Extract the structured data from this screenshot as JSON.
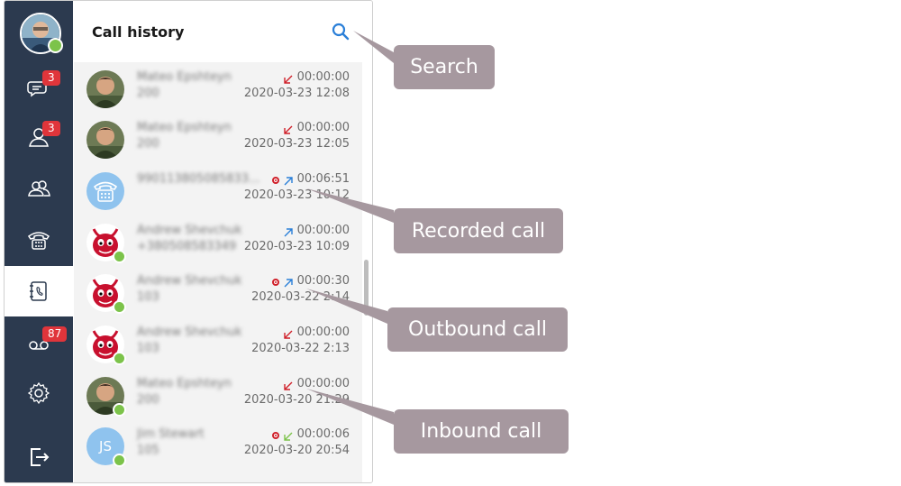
{
  "sidebar": {
    "nav": [
      {
        "name": "messages",
        "icon": "chat-bubbles-icon",
        "badge": "3"
      },
      {
        "name": "contacts-unread",
        "icon": "user-icon",
        "badge": "3"
      },
      {
        "name": "contacts",
        "icon": "users-icon",
        "badge": ""
      },
      {
        "name": "dialpad",
        "icon": "telephone-icon",
        "badge": ""
      },
      {
        "name": "call-history",
        "icon": "phonebook-icon",
        "badge": "",
        "active": true
      },
      {
        "name": "voicemail",
        "icon": "voicemail-icon",
        "badge": "87"
      },
      {
        "name": "settings",
        "icon": "gear-icon",
        "badge": ""
      },
      {
        "name": "logout",
        "icon": "logout-icon",
        "badge": ""
      }
    ]
  },
  "header": {
    "title": "Call history",
    "search_icon": "search-icon"
  },
  "calls": [
    {
      "name": "Mateo Epshteyn",
      "number": "200",
      "direction": "inbound",
      "recorded": false,
      "duration": "00:00:00",
      "datetime": "2020-03-23 12:08",
      "avatar": "photo-man",
      "online": false
    },
    {
      "name": "Mateo Epshteyn",
      "number": "200",
      "direction": "inbound",
      "recorded": false,
      "duration": "00:00:00",
      "datetime": "2020-03-23 12:05",
      "avatar": "photo-man",
      "online": false
    },
    {
      "name": "990113805085833...",
      "number": "",
      "direction": "outbound",
      "recorded": true,
      "duration": "00:06:51",
      "datetime": "2020-03-23 10:12",
      "avatar": "phone",
      "online": false
    },
    {
      "name": "Andrew Shevchuk",
      "number": "+380508583349",
      "direction": "outbound",
      "recorded": false,
      "duration": "00:00:00",
      "datetime": "2020-03-23 10:09",
      "avatar": "devil",
      "online": true
    },
    {
      "name": "Andrew Shevchuk",
      "number": "103",
      "direction": "outbound",
      "recorded": true,
      "duration": "00:00:30",
      "datetime": "2020-03-22 2:14",
      "avatar": "devil",
      "online": true
    },
    {
      "name": "Andrew Shevchuk",
      "number": "103",
      "direction": "inbound",
      "recorded": false,
      "duration": "00:00:00",
      "datetime": "2020-03-22 2:13",
      "avatar": "devil",
      "online": true
    },
    {
      "name": "Mateo Epshteyn",
      "number": "200",
      "direction": "inbound",
      "recorded": false,
      "duration": "00:00:00",
      "datetime": "2020-03-20 21:29",
      "avatar": "photo-man",
      "online": true
    },
    {
      "name": "Jim Stewart",
      "number": "105",
      "direction": "inbound-answered",
      "recorded": true,
      "duration": "00:00:06",
      "datetime": "2020-03-20 20:54",
      "avatar": "initials",
      "initials": "JS",
      "online": true
    }
  ],
  "annotations": {
    "search": "Search",
    "recorded": "Recorded call",
    "outbound": "Outbound call",
    "inbound": "Inbound call"
  },
  "colors": {
    "sidebar": "#2c3a4f",
    "badge": "#e0353b",
    "inbound_missed": "#d0202a",
    "outbound": "#2a7fd8",
    "inbound_answered": "#7cc34a",
    "callout": "#a6989f",
    "online": "#7cc34a"
  }
}
